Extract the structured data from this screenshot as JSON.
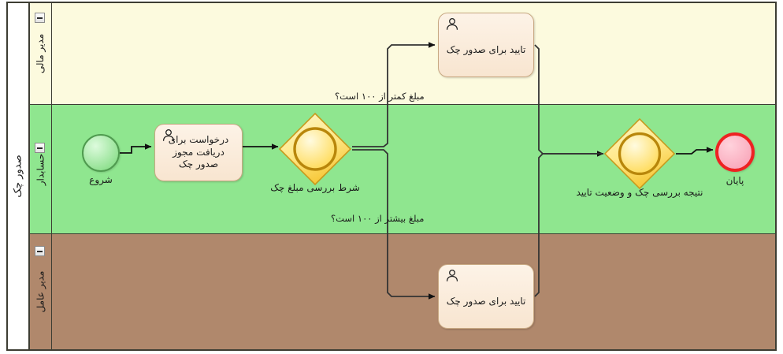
{
  "diagram": {
    "type": "bpmn-process",
    "pool": {
      "name": "صدور چک"
    },
    "lanes": [
      {
        "id": "lane-finance-manager",
        "name": "مدیر مالی",
        "color": "#fcfade"
      },
      {
        "id": "lane-accountant",
        "name": "حسابدار",
        "color": "#8fe68f"
      },
      {
        "id": "lane-ceo",
        "name": "مدیر عامل",
        "color": "#b0886c"
      }
    ],
    "nodes": [
      {
        "id": "start-event",
        "kind": "start-event",
        "label": "شروع",
        "lane": "lane-accountant",
        "fill": "#8ee08e",
        "stroke": "#4f9a4f"
      },
      {
        "id": "task-request-permit",
        "kind": "user-task",
        "label": "درخواست برای دریافت مجوز صدور چک",
        "lane": "lane-accountant",
        "icon": "user-icon"
      },
      {
        "id": "gateway-amount-check",
        "kind": "inclusive-gateway",
        "label": "شرط بررسی مبلغ چک",
        "lane": "lane-accountant",
        "fill": "#ffe680",
        "stroke": "#b8860b"
      },
      {
        "id": "task-approve-finance",
        "kind": "user-task",
        "label": "تایید برای صدور چک",
        "lane": "lane-finance-manager",
        "icon": "user-icon"
      },
      {
        "id": "task-approve-ceo",
        "kind": "user-task",
        "label": "تایید برای صدور چک",
        "lane": "lane-ceo",
        "icon": "user-icon"
      },
      {
        "id": "gateway-result-check",
        "kind": "inclusive-gateway",
        "label": "نتیجه بررسی چک و وضعیت تایید",
        "lane": "lane-accountant",
        "fill": "#ffe680",
        "stroke": "#b8860b"
      },
      {
        "id": "end-event",
        "kind": "end-event",
        "label": "پایان",
        "lane": "lane-accountant",
        "fill": "#f9a8bb",
        "stroke": "#ee2222"
      }
    ],
    "flows": [
      {
        "id": "flow-start-to-request",
        "label": ""
      },
      {
        "id": "flow-request-to-gateway",
        "label": ""
      },
      {
        "id": "flow-gateway-to-finance",
        "label": "مبلغ کمتر از ۱۰۰ است؟"
      },
      {
        "id": "flow-gateway-to-ceo",
        "label": "مبلغ بیشتر از ۱۰۰ است؟"
      },
      {
        "id": "flow-finance-to-result",
        "label": ""
      },
      {
        "id": "flow-ceo-to-result",
        "label": ""
      },
      {
        "id": "flow-result-to-end",
        "label": ""
      }
    ]
  }
}
